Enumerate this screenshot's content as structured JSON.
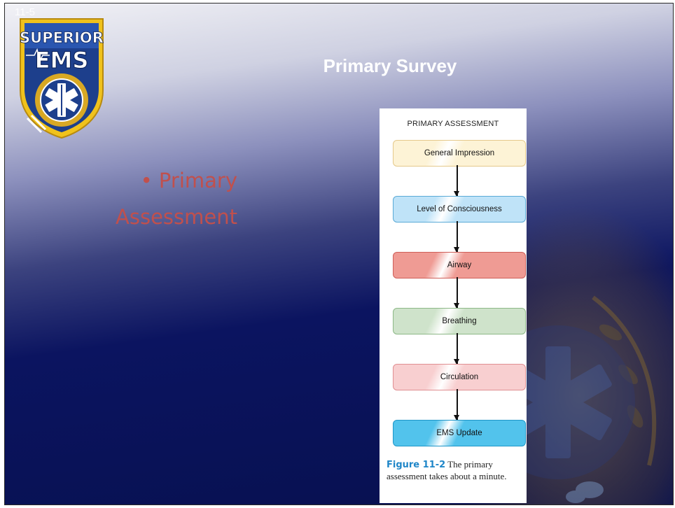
{
  "slide": {
    "number": "11-5",
    "title": "Primary Survey",
    "bullets": [
      "• Primary",
      "Assessment"
    ],
    "logo": {
      "line1": "SUPERIOR",
      "line2": "EMS"
    }
  },
  "figure": {
    "heading": "PRIMARY ASSESSMENT",
    "steps": [
      {
        "label": "General Impression",
        "color": "#fdf3d6",
        "border": "#e5c98b"
      },
      {
        "label": "Level of Consciousness",
        "color": "#bfe3f8",
        "border": "#5aaad6"
      },
      {
        "label": "Airway",
        "color": "#ef9b94",
        "border": "#cf5f59"
      },
      {
        "label": "Breathing",
        "color": "#cfe3cb",
        "border": "#8db887"
      },
      {
        "label": "Circulation",
        "color": "#f8cfd0",
        "border": "#e08f92"
      },
      {
        "label": "EMS Update",
        "color": "#52c3ec",
        "border": "#1f96c8"
      }
    ],
    "caption_label": "Figure 11-2",
    "caption_text": "The primary assessment takes about a minute."
  },
  "colors": {
    "bullet_text": "#c0504d",
    "caption_label": "#1f86c8"
  },
  "icons": [
    "superior-ems-logo-icon",
    "star-of-life-icon",
    "background-emblem-icon"
  ]
}
